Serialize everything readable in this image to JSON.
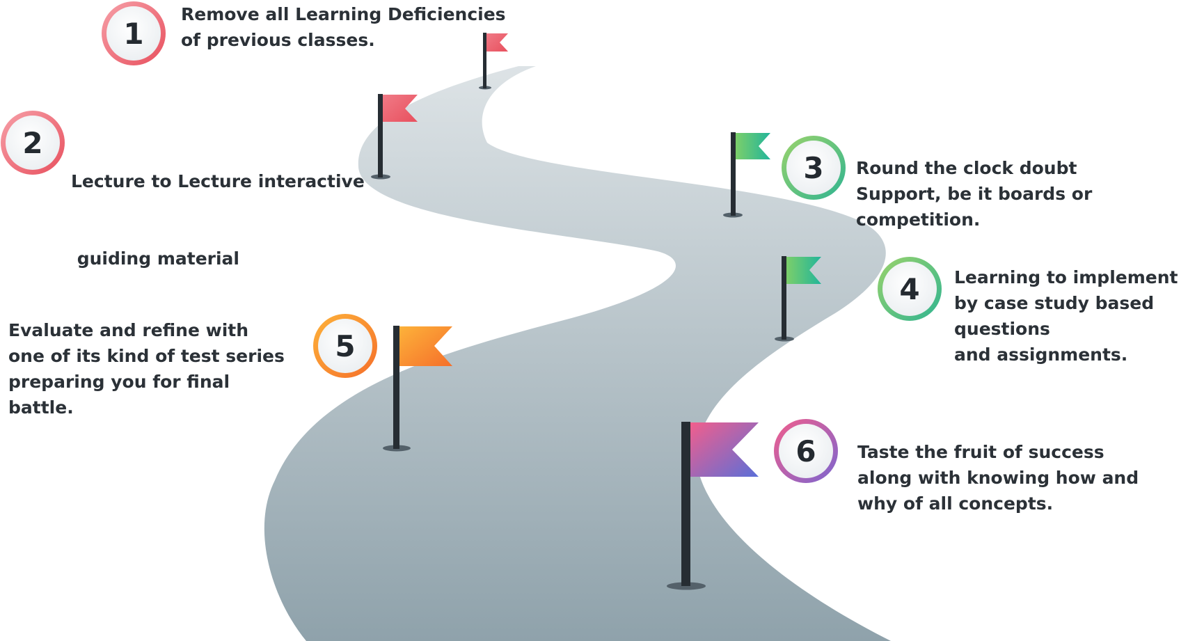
{
  "milestones": [
    {
      "number": "1",
      "lines": [
        "Remove all Learning Deficiencies",
        "of previous classes."
      ]
    },
    {
      "number": "2",
      "lines": [
        "Lecture to Lecture interactive",
        " guiding material"
      ]
    },
    {
      "number": "3",
      "lines": [
        "Round the clock doubt",
        "Support, be it boards or",
        "competition."
      ]
    },
    {
      "number": "4",
      "lines": [
        "Learning to implement",
        "by case study based",
        "questions",
        "and assignments."
      ]
    },
    {
      "number": "5",
      "lines": [
        "Evaluate and refine with",
        "one of its kind of test series",
        "preparing you for final",
        "battle."
      ]
    },
    {
      "number": "6",
      "lines": [
        "Taste the fruit of success",
        "along with knowing how and",
        "why of all concepts."
      ]
    }
  ],
  "colors": {
    "road_top": "#dde3e6",
    "road_bottom": "#8fa2ab",
    "pole": "#262d33",
    "circle_1": "#ef6f7a",
    "circle_2": "#ef6f7a",
    "circle_3": "#5cc48a",
    "circle_4": "#5cc48a",
    "circle_5": "#f7902f",
    "circle_6": "#b45fb0",
    "flag_red": "#ef5a68",
    "flag_green": "#3dbf8a",
    "flag_orange": "#f7902f",
    "flag_purple_start": "#ee5e8e",
    "flag_purple_end": "#6670d6"
  }
}
